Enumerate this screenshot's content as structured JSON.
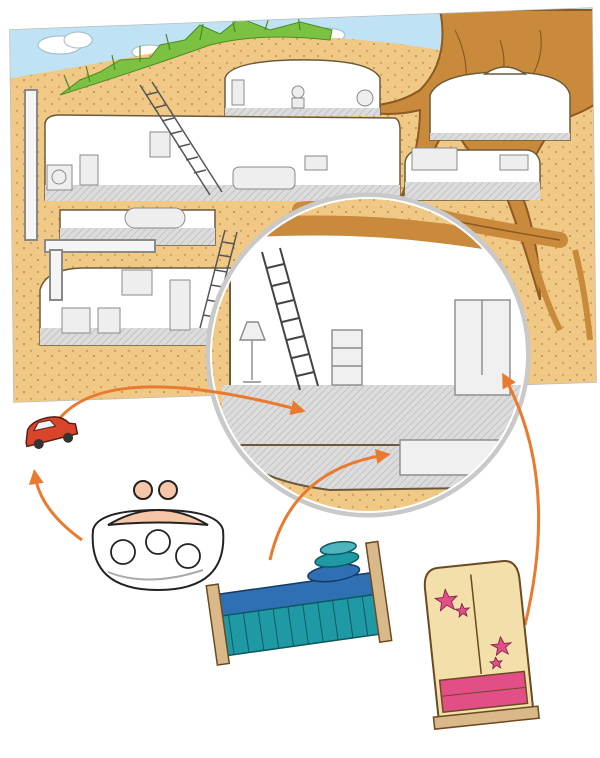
{
  "illustration": {
    "subject": "underground-burrow-sticker-sheet",
    "palette": {
      "sky": "#bfe3f5",
      "grass": "#7cc242",
      "soil": "#f0c987",
      "soil_dark": "#d9a25a",
      "tree": "#c98a3c",
      "tree_dark": "#8c5a22",
      "room_floor": "#d7d7d7",
      "accent_arrow": "#ea7a2f",
      "car_red": "#d9452b",
      "bed_teal": "#1f9aa5",
      "bed_blue": "#2f6fb3",
      "wardrobe_cream": "#f3dfa9",
      "wardrobe_pink": "#e24e86",
      "purse_peach": "#f5c7a8"
    },
    "stickers": [
      {
        "name": "toy-car",
        "icon": "car-icon"
      },
      {
        "name": "coin-purse",
        "icon": "purse-icon"
      },
      {
        "name": "bed",
        "icon": "bed-icon"
      },
      {
        "name": "wardrobe",
        "icon": "wardrobe-icon"
      }
    ]
  }
}
